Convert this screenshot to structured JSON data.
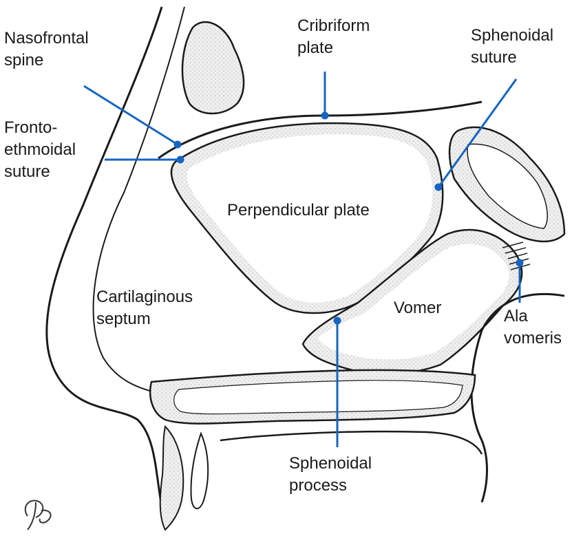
{
  "diagram": {
    "labels": {
      "nasofrontal_spine": "Nasofrontal\nspine",
      "cribriform_plate": "Cribriform\nplate",
      "sphenoidal_suture": "Sphenoidal\nsuture",
      "frontoethmoidal_suture": "Fronto-\nethmoidal\nsuture",
      "perpendicular_plate": "Perpendicular plate",
      "cartilaginous_septum": "Cartilaginous\nseptum",
      "vomer": "Vomer",
      "ala_vomeris": "Ala\nvomeris",
      "sphenoidal_process": "Sphenoidal\nprocess"
    },
    "colors": {
      "leader_line": "#1565c0",
      "outline": "#1a1a1a",
      "bone_stipple": "#d9d9d9",
      "text": "#1a1a1a"
    }
  }
}
